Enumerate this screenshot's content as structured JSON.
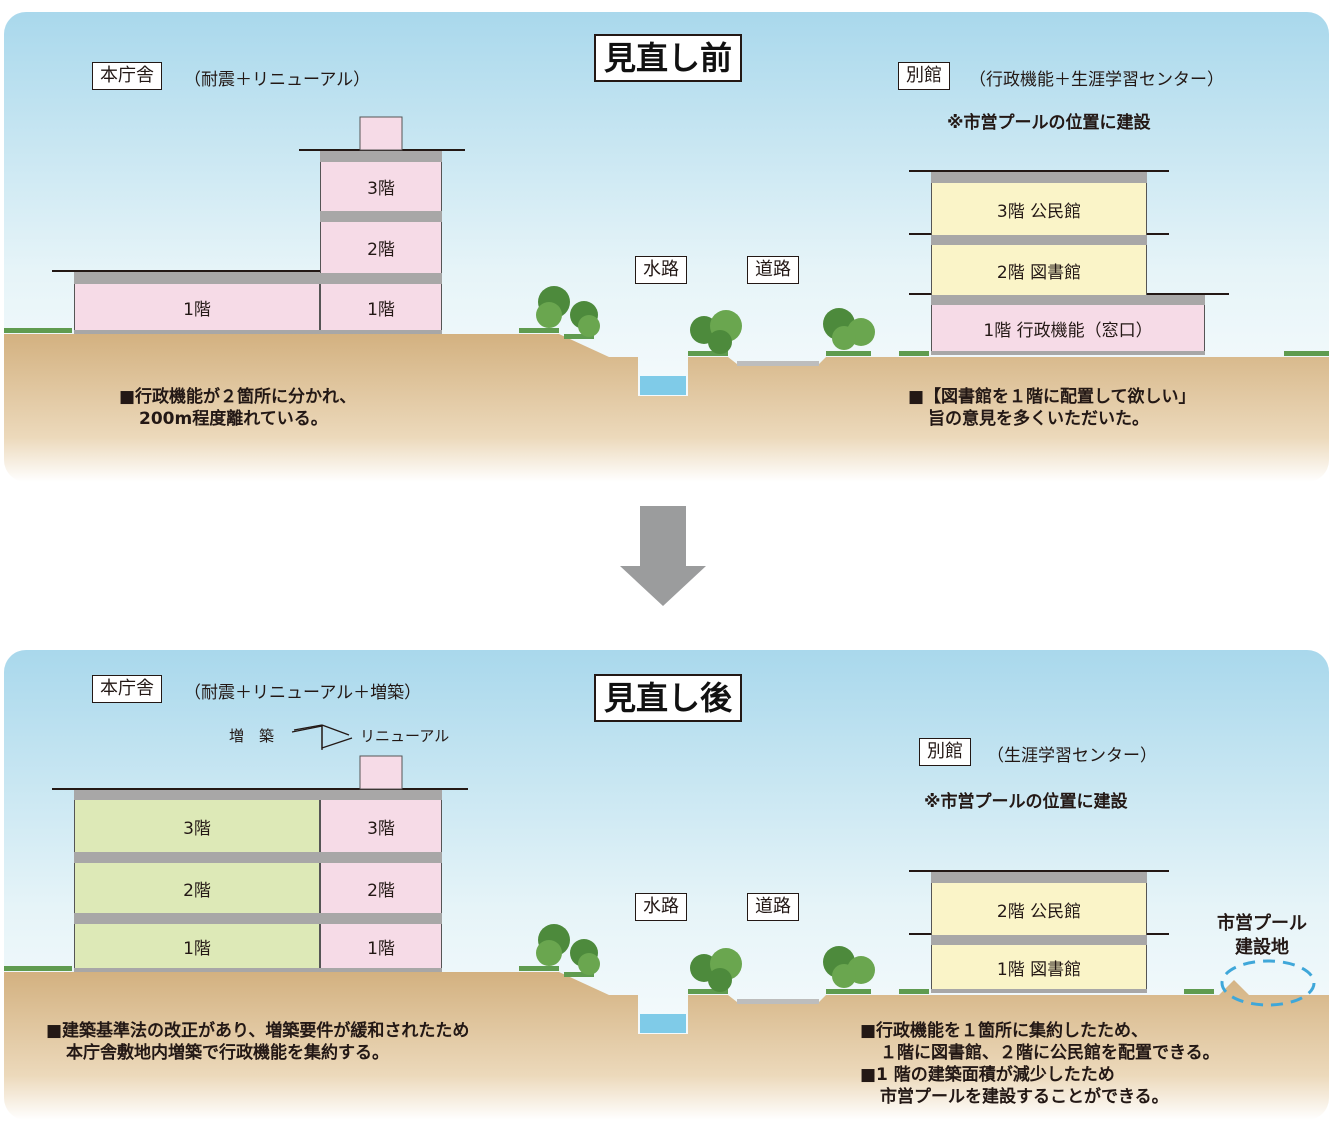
{
  "before": {
    "title": "見直し前",
    "main_building": {
      "label": "本庁舎",
      "desc": "（耐震＋リニューアル）"
    },
    "annex": {
      "label": "別館",
      "desc": "（行政機能＋生涯学習センター）",
      "location_note": "※市営プールの位置に建設"
    },
    "main_floors": {
      "f3": "3階",
      "f2": "2階",
      "f1_left": "1階",
      "f1_right": "1階"
    },
    "annex_floors": {
      "f3": "3階  公民館",
      "f2": "2階  図書館",
      "f1": "1階  行政機能（窓口）"
    },
    "waterway": "水路",
    "road": "道路",
    "note_left": [
      "■行政機能が２箇所に分かれ、",
      "200m程度離れている。"
    ],
    "note_right": [
      "■【図書館を１階に配置して欲しい」",
      "旨の意見を多くいただいた。"
    ]
  },
  "after": {
    "title": "見直し後",
    "main_building": {
      "label": "本庁舎",
      "desc": "（耐震＋リニューアル＋増築）"
    },
    "legend": {
      "extension": "増　築",
      "renewal": "リニューアル"
    },
    "annex": {
      "label": "別館",
      "desc": "（生涯学習センター）",
      "location_note": "※市営プールの位置に建設"
    },
    "main_floors": {
      "f3_left": "3階",
      "f3_right": "3階",
      "f2_left": "2階",
      "f2_right": "2階",
      "f1_left": "1階",
      "f1_right": "1階"
    },
    "annex_floors": {
      "f2": "2階  公民館",
      "f1": "1階  図書館"
    },
    "waterway": "水路",
    "road": "道路",
    "pool_site": [
      "市営プール",
      "建設地"
    ],
    "note_left": [
      "■建築基準法の改正があり、増築要件が緩和されたため",
      "本庁舎敷地内増築で行政機能を集約する。"
    ],
    "note_right": [
      "■行政機能を１箇所に集約したため、",
      "１階に図書館、２階に公民館を配置できる。",
      "■1 階の建築面積が減少したため",
      "市営プールを建設することができる。"
    ]
  },
  "colors": {
    "sky_top": "#a9d8ec",
    "sky_bottom": "#ffffff",
    "ground": "#d7b685",
    "pink": "#f6dbe7",
    "green": "#dde9b7",
    "cream": "#faf4c8",
    "slab": "#a8a7a7",
    "water": "#7fcbe8",
    "arrow": "#9b9c9d",
    "pool_dash": "#3fa7d9"
  }
}
